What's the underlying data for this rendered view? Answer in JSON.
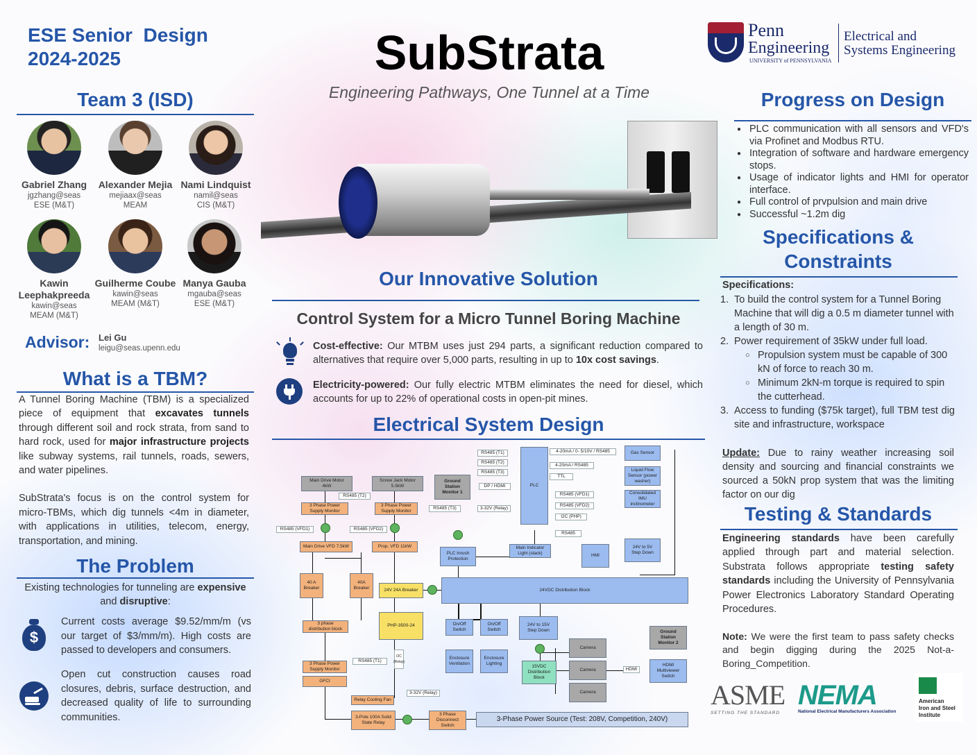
{
  "header": {
    "course": "ESE Senior  Design",
    "year": "2024-2025",
    "title": "SubStrata",
    "tagline": "Engineering Pathways, One Tunnel at a Time",
    "logo_penn": "Penn",
    "logo_engineering": "Engineering",
    "logo_upenn": "UNIVERSITY of PENNSYLVANIA",
    "logo_dept_1": "Electrical and",
    "logo_dept_2": "Systems Engineering"
  },
  "team": {
    "heading": "Team 3 (ISD)",
    "members": [
      {
        "name": "Gabriel Zhang",
        "email": "jgzhang@seas",
        "major": "ESE (M&T)"
      },
      {
        "name": "Alexander Mejia",
        "email": "mejiaax@seas",
        "major": "MEAM"
      },
      {
        "name": "Nami Lindquist",
        "email": "namil@seas",
        "major": "CIS (M&T)"
      },
      {
        "name": "Kawin Leephakpreeda",
        "email": "kawin@seas",
        "major": "MEAM (M&T)"
      },
      {
        "name": "Guilherme Coube",
        "email": "kawin@seas",
        "major": "MEAM (M&T)"
      },
      {
        "name": "Manya Gauba",
        "email": "mgauba@seas",
        "major": "ESE (M&T)"
      }
    ],
    "advisor_label": "Advisor:",
    "advisor_name": "Lei Gu",
    "advisor_email": "leigu@seas.upenn.edu"
  },
  "tbm": {
    "heading": "What is a TBM?",
    "p1_a": "A Tunnel Boring Machine (TBM) is a specialized piece of equipment that ",
    "p1_b": "excavates tunnels",
    "p1_c": " through different soil and rock strata, from sand to hard rock, used for ",
    "p1_d": "major infrastructure projects",
    "p1_e": " like subway systems, rail tunnels, roads, sewers, and water pipelines.",
    "p2": "SubStrata's focus is on the control system for micro-TBMs, which dig tunnels <4m in diameter, with applications in utilities, telecom, energy, transportation, and mining."
  },
  "problem": {
    "heading": "The Problem",
    "intro_a": "Existing technologies for tunneling are ",
    "intro_b": "expensive",
    "intro_c": " and ",
    "intro_d": "disruptive",
    "intro_e": ":",
    "item1": "Current costs average $9.52/mm/m (vs our target of $3/mm/m). High costs are passed to developers and consumers.",
    "item2": "Open cut construction causes road closures, debris, surface destruction, and decreased quality of life to surrounding communities."
  },
  "solution": {
    "heading": "Our Innovative Solution",
    "subheading": "Control System for a Micro Tunnel Boring Machine",
    "cost_label": "Cost-effective:",
    "cost_text_a": " Our MTBM uses just 294 parts, a significant reduction compared to alternatives that require over 5,000 parts, resulting in up to ",
    "cost_text_b": "10x cost savings",
    "cost_text_c": ".",
    "elec_label": "Electricity-powered:",
    "elec_text": " Our fully electric MTBM eliminates the need for diesel, which accounts for up to 22% of operational costs in open-pit mines."
  },
  "electrical": {
    "heading": "Electrical System Design",
    "blocks": {
      "main_drive_motor": "Main Drive Motor\n4kW",
      "screw_jack_motor": "Screw Jack Motor\n5.5kW",
      "ground_station_1": "Ground\nStation\nMonitor 1",
      "ground_station_2": "Ground\nStation\nMonitor 2",
      "psm1": "3 Phase Power\nSupply Monitor",
      "psm2": "3 Phase Power\nSupply Monitor",
      "psm3": "3 Phase Power\nSupply Monitor",
      "main_vfd": "Main Drive VFD 7.5kW",
      "prop_vfd": "Prop. VFD 11kW",
      "breaker1": "40 A\nBreaker",
      "breaker2": "40A\nBreaker",
      "breaker24": "24V 24A Breaker",
      "dist_block": "3 phase\ndistribution block",
      "php": "PHP-3500-24",
      "gfci": "GFCI",
      "plc": "PLC",
      "plc_inrush": "PLC Inrush\nProtection",
      "main_indicator": "Main Indicator\nLight (stack)",
      "hmi": "HMI",
      "gas": "Gas Sensor",
      "liquid": "Liquid Flow\nSensor (power\nwasher)",
      "imu": "Consolidated\nIMU\ninclinometer",
      "step24": "24V to 5V\nStep Down",
      "dist24": "24VDC Distribution Block",
      "onoff1": "On/Off\nSwitch",
      "onoff2": "On/Off\nSwitch",
      "step15": "24V to 15V\nStep Down",
      "encl_vent": "Enclosure\nVentilation",
      "encl_light": "Enclosure\nLighting",
      "dist15": "15VDC\nDistribution\nBlock",
      "camera": "Camera",
      "hdmi_switch": "HDMI\nMultiviewer\nSwitch",
      "relay_fan": "Relay Cooling Fan",
      "ssr": "3-Pole 100A Solid\nState Relay",
      "disconnect": "3 Phase\nDisconnect Switch",
      "power_source": "3-Phase Power Source (Test: 208V, Competition, 240V)"
    },
    "labels": {
      "rs485_t1": "RS485 (T1)",
      "rs485_t2": "RS485 (T2)",
      "rs485_t3": "RS485 (T3)",
      "dp_hdmi": "DP / HDMI",
      "relay_32": "3-32V (Relay)",
      "rs485_vfd1": "RS485 (VFD1)",
      "rs485_vfd2": "RS485 (VFD2)",
      "i2c": "I2C (PHP)",
      "rs485": "RS485",
      "ma_a": "4-20mA / 0- 5/10V / RS485",
      "ma_b": "4-20mA / RS485",
      "ttl": "TTL",
      "hdmi": "HDMI",
      "i2c_vert": "I2C\n(Relay)"
    }
  },
  "progress": {
    "heading": "Progress on Design",
    "items": [
      "PLC communication with all sensors and VFD's via Profinet and Modbus RTU.",
      "Integration of software and hardware emergency stops.",
      "Usage of indicator lights and HMI for operator interface.",
      "Full control of prvpulsion and main drive",
      "Successful ~1.2m dig"
    ]
  },
  "specs": {
    "heading_1": "Specifications &",
    "heading_2": "Constraints",
    "label": "Specifications:",
    "n1": "1.",
    "s1": "To build the control system for a Tunnel Boring Machine that will dig a 0.5 m diameter tunnel with a length of 30 m.",
    "n2": "2.",
    "s2": "Power requirement of 35kW under full load.",
    "s2a": "Propulsion system must be capable of 300 kN of force to reach 30 m.",
    "s2b": "Minimum 2kN-m torque is required to spin the cutterhead.",
    "n3": "3.",
    "s3": "Access to funding ($75k target), full TBM test dig site and infrastructure, workspace",
    "update_label": "Update:",
    "update_text": " Due to rainy weather increasing soil density and sourcing and financial constraints we sourced a 50kN prop system that was the limiting factor on our dig"
  },
  "testing": {
    "heading": "Testing & Standards",
    "p_a": "Engineering standards",
    "p_b": " have been carefully applied through part and material selection. Substrata follows appropriate ",
    "p_c": "testing safety standards",
    "p_d": " including the University of Pennsylvania Power Electronics Laboratory Standard Operating Procedures.",
    "note_label": "Note:",
    "note_text": " We were the first team to pass safety checks and begin digging during the 2025 Not-a-Boring_Competition."
  },
  "logos": {
    "asme": "ASME",
    "asme_tag": "SETTING THE STANDARD",
    "nema": "NEMA",
    "nema_tag": "National Electrical Manufacturers Association",
    "aisi_1": "American",
    "aisi_2": "Iron and Steel",
    "aisi_3": "Institute"
  },
  "colors": {
    "accent": "#2556a8",
    "orange": "#f3b27c",
    "blue_block": "#9cbcf0",
    "green": "#5eb35e"
  }
}
